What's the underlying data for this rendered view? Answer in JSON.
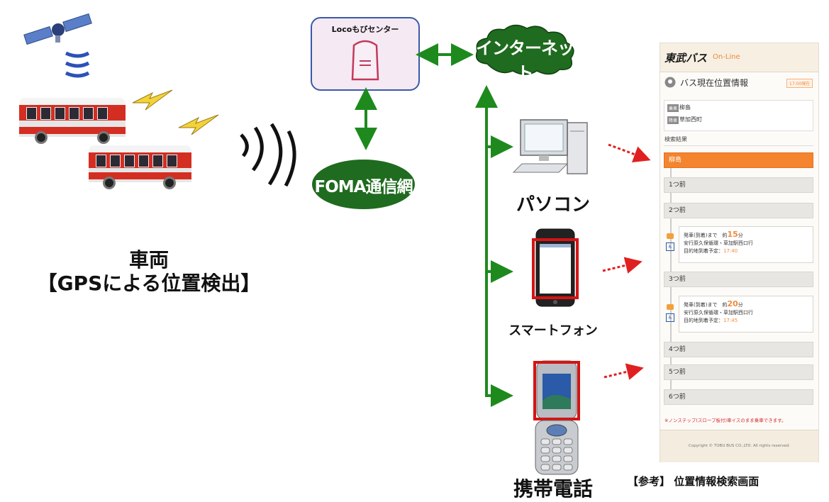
{
  "left": {
    "vehicle_label": "車両",
    "gps_label": "【GPSによる位置検出】"
  },
  "center": {
    "center_label": "Locoもびセンター",
    "internet_label": "インターネット",
    "foma_label": "FOMA通信網"
  },
  "devices": {
    "pc_label": "パソコン",
    "smartphone_label": "スマートフォン",
    "mobile_label": "携帯電話"
  },
  "screen": {
    "logo": "東武バス",
    "logo_sub": "On-Line",
    "title": "バス現在位置情報",
    "time_badge": "17:00現在",
    "from_tag": "乗車",
    "from_value": "柳島",
    "to_tag": "降車",
    "to_value": "草加西町",
    "results_label": "検索結果",
    "stops": [
      "柳島",
      "1つ前",
      "2つ前",
      "3つ前",
      "4つ前",
      "5つ前",
      "6つ前"
    ],
    "bus1": {
      "depart_prefix": "発車(到着)まで　約",
      "minutes": "15",
      "minutes_unit": "分",
      "route": "安行原久保循環・草加駅西口行",
      "arrival_prefix": "目的地到着予定：",
      "arrival_time": "17:40"
    },
    "bus2": {
      "depart_prefix": "発車(到着)まで　約",
      "minutes": "20",
      "minutes_unit": "分",
      "route": "安行原久保循環・草加駅西口行",
      "arrival_prefix": "目的地到着予定：",
      "arrival_time": "17:45"
    },
    "note": "※ノンステップ(スロープ板付)車イスのまま乗車できます。",
    "footer": "Copyright © TOBU BUS CO.,LTD. All rights reserved."
  },
  "reference_label": "【参考】 位置情報検索画面",
  "colors": {
    "green": "#1f6b1f",
    "arrow_green": "#1e8a1e",
    "red_dotted": "#e02020",
    "orange": "#f4842e",
    "bus_red": "#d42e22"
  }
}
